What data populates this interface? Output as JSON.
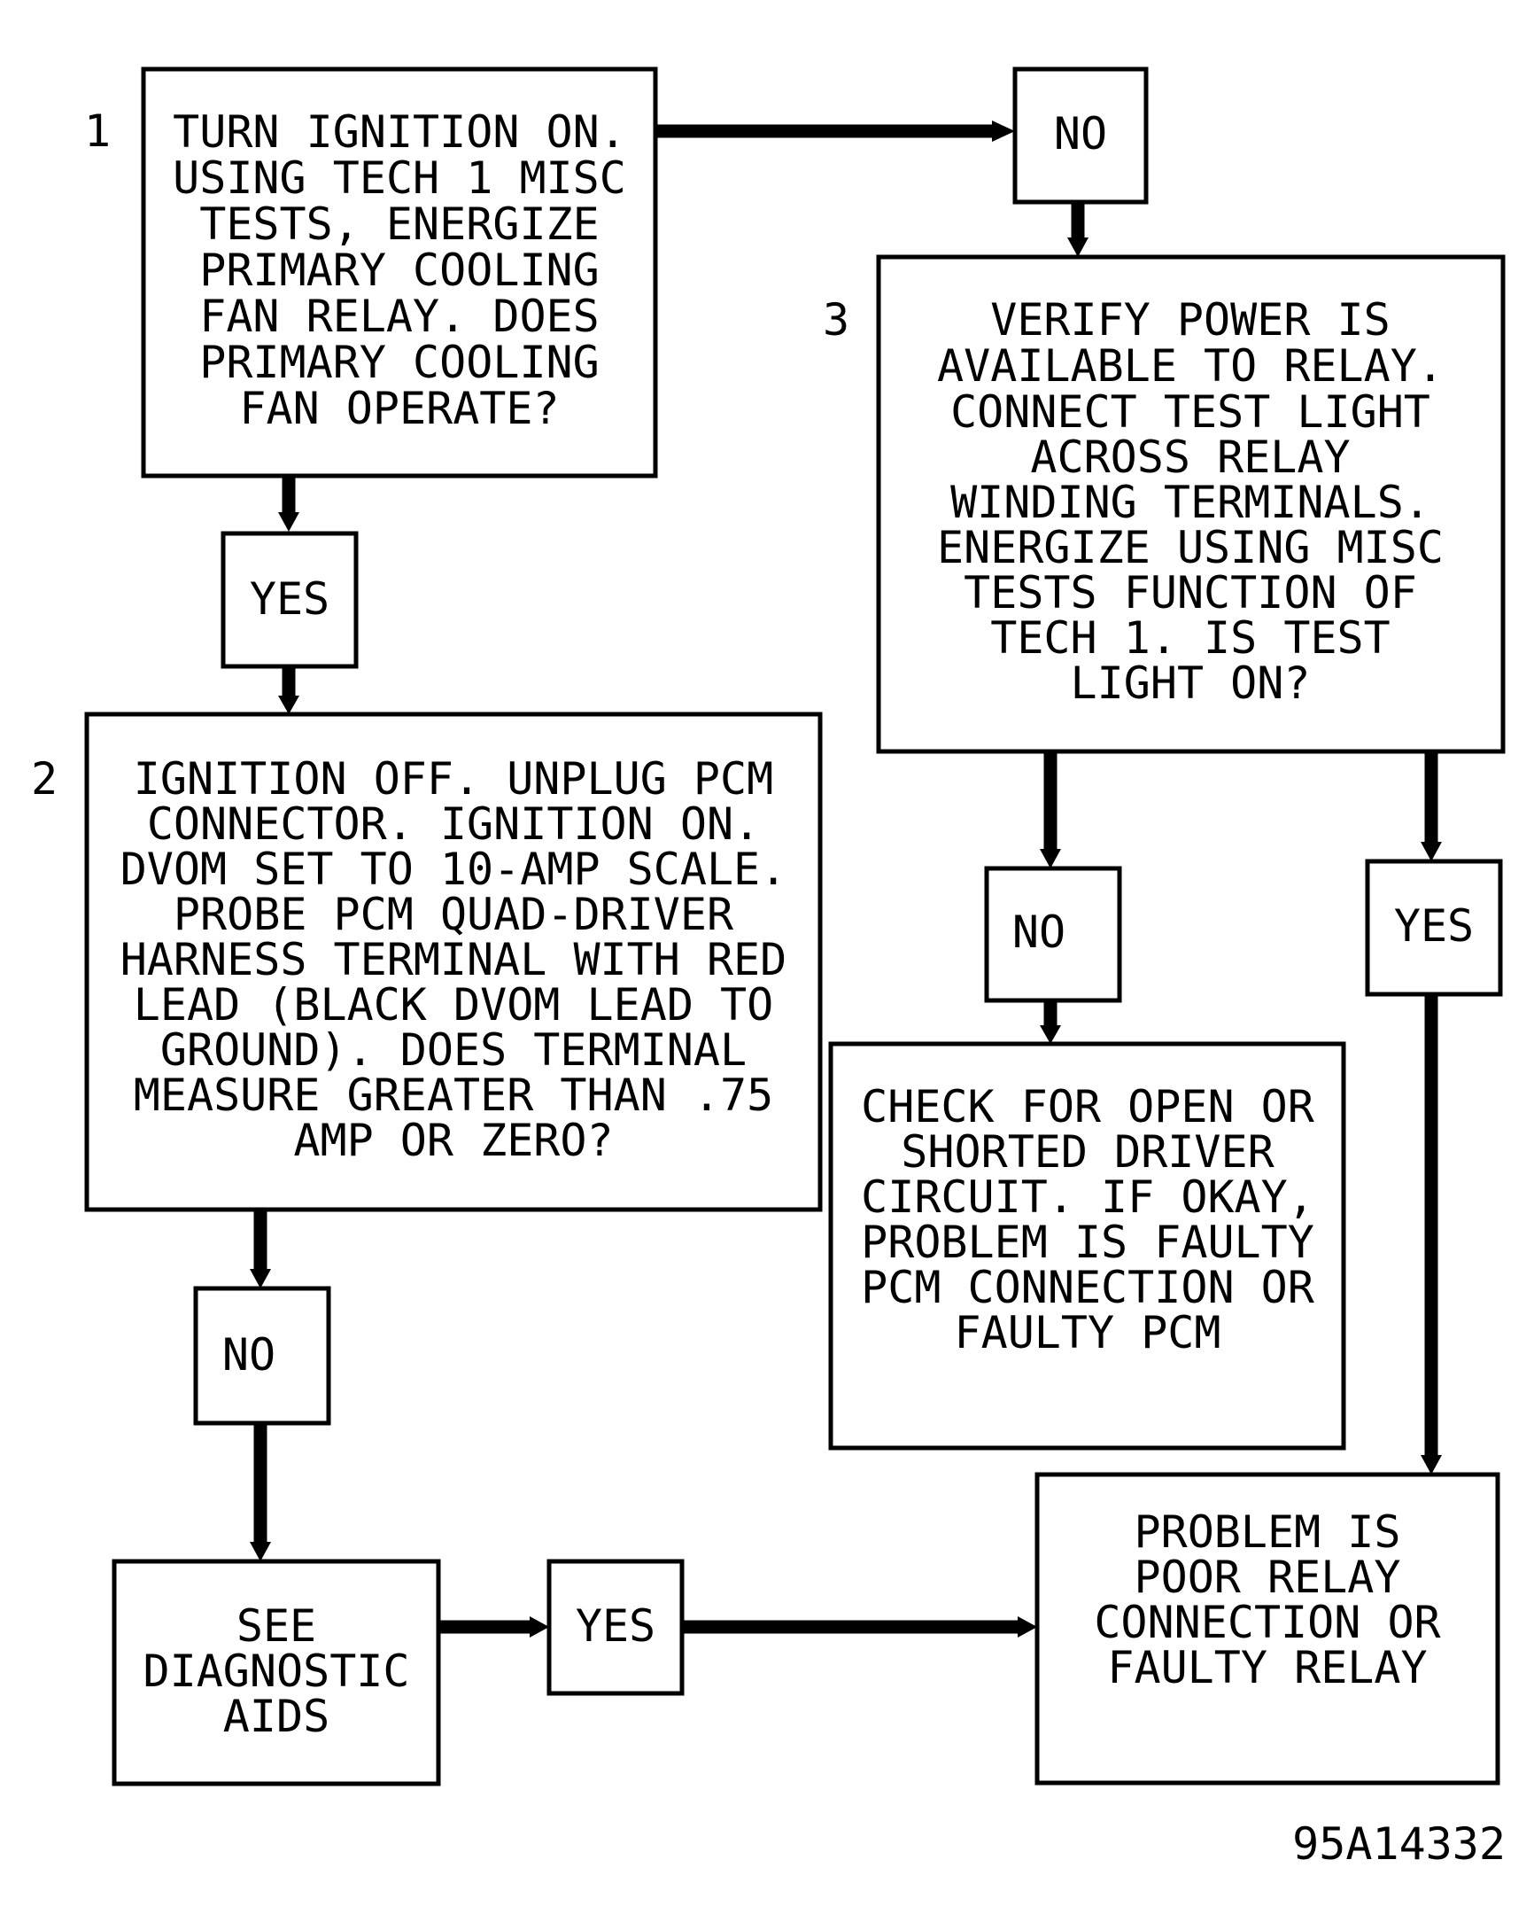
{
  "steps": {
    "step1": {
      "number": "1",
      "lines": [
        "TURN IGNITION ON.",
        "USING TECH 1 MISC",
        "TESTS, ENERGIZE",
        "PRIMARY COOLING",
        "FAN RELAY. DOES",
        "PRIMARY COOLING",
        "FAN OPERATE?"
      ]
    },
    "step2": {
      "number": "2",
      "lines": [
        "IGNITION OFF. UNPLUG PCM",
        "CONNECTOR. IGNITION ON.",
        "DVOM SET TO 10-AMP SCALE.",
        "PROBE PCM QUAD-DRIVER",
        "HARNESS TERMINAL WITH RED",
        "LEAD (BLACK DVOM LEAD TO",
        "GROUND). DOES TERMINAL",
        "MEASURE GREATER THAN .75",
        "AMP OR ZERO?"
      ]
    },
    "step3": {
      "number": "3",
      "lines": [
        "VERIFY POWER IS",
        "AVAILABLE TO RELAY.",
        "CONNECT TEST LIGHT",
        "ACROSS RELAY",
        "WINDING TERMINALS.",
        "ENERGIZE USING MISC",
        "TESTS FUNCTION OF",
        "TECH 1. IS TEST",
        "LIGHT ON?"
      ]
    }
  },
  "outcomes": {
    "diagnostic_aids": {
      "lines": [
        "SEE",
        "DIAGNOSTIC",
        "AIDS"
      ]
    },
    "check_driver": {
      "lines": [
        "CHECK FOR OPEN OR",
        "SHORTED DRIVER",
        "CIRCUIT. IF OKAY,",
        "PROBLEM IS FAULTY",
        "PCM CONNECTION OR",
        "FAULTY PCM"
      ]
    },
    "relay_problem": {
      "lines": [
        "PROBLEM IS",
        "POOR RELAY",
        "CONNECTION OR",
        "FAULTY RELAY"
      ]
    }
  },
  "branches": {
    "step1_no": "NO",
    "step1_yes": "YES",
    "step2_no": "NO",
    "step3_no": "NO",
    "step3_yes": "YES",
    "aids_yes": "YES"
  },
  "figure_id": "95A14332"
}
